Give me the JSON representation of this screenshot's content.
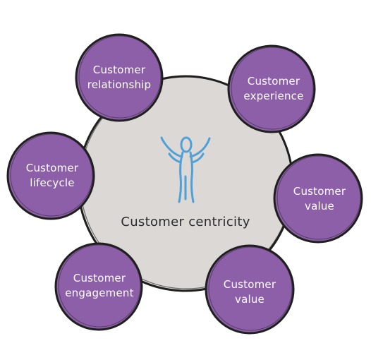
{
  "diagram": {
    "center": {
      "label": "Customer centricity",
      "icon": "person-arms-raised-icon"
    },
    "nodes": [
      {
        "id": "relationship",
        "line1": "Customer",
        "line2": "relationship"
      },
      {
        "id": "experience",
        "line1": "Customer",
        "line2": "experience"
      },
      {
        "id": "lifecycle",
        "line1": "Customer",
        "line2": "lifecycle"
      },
      {
        "id": "value-right",
        "line1": "Customer",
        "line2": "value"
      },
      {
        "id": "engagement",
        "line1": "Customer",
        "line2": "engagement"
      },
      {
        "id": "value-bottom",
        "line1": "Customer",
        "line2": "value"
      }
    ],
    "colors": {
      "center_fill": "#dcd8d6",
      "center_stroke": "#1f1f1f",
      "node_fill": "#8d5fa8",
      "node_stroke": "#1f1f1f",
      "icon": "#4ea0d6"
    }
  }
}
